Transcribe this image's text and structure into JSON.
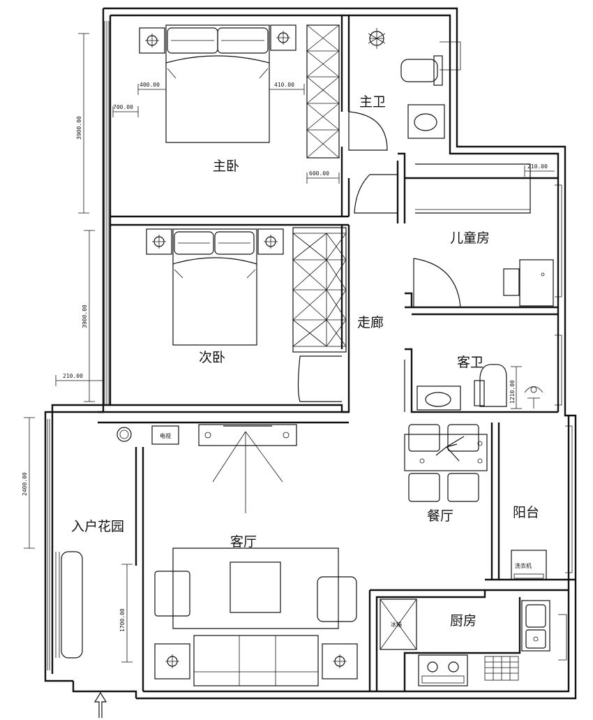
{
  "rooms": {
    "master_bedroom": "主卧",
    "master_bath": "主卫",
    "kids_room": "儿童房",
    "second_bedroom": "次卧",
    "corridor": "走廊",
    "guest_bath": "客卫",
    "entry_garden": "入户花园",
    "dining": "餐厅",
    "balcony": "阳台",
    "living_room": "客厅",
    "kitchen": "厨房"
  },
  "dimensions": {
    "master_height": "3900.00",
    "master_left_gap": "700.00",
    "master_bed_left": "400.00",
    "master_bed_right": "410.00",
    "wardrobe_width": "600.00",
    "kids_bed_right": "210.00",
    "second_height": "3900.00",
    "second_left_gap": "210.00",
    "guest_bath_dim": "1210.00",
    "garden_upper": "2400.00",
    "garden_lower": "1700.00"
  },
  "appliances": {
    "tv_cabinet": "电视",
    "washing_machine": "洗衣机",
    "fridge": "冰箱"
  }
}
